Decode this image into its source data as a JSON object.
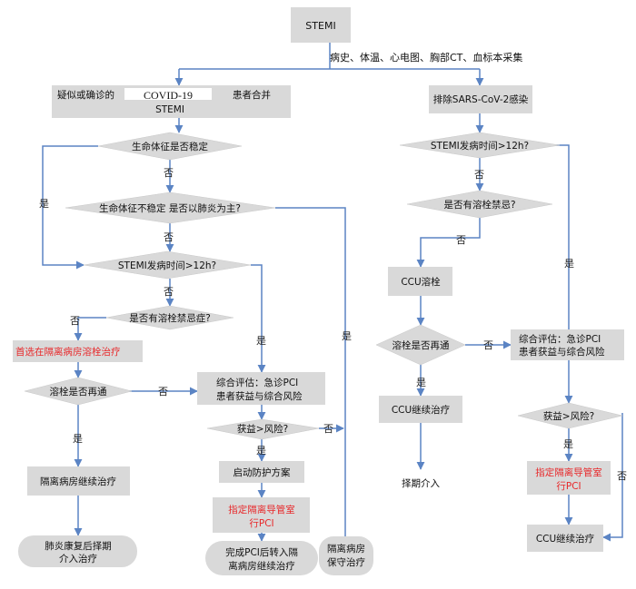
{
  "nodes": {
    "stemi": "STEMI",
    "collect": "病史、体温、心电图、胸部CT、血标本采集",
    "covid_box_l1a": "疑似或确诊的",
    "covid_box_l1b": "COVID-19",
    "covid_box_l1c": "患者合并",
    "covid_box_l2": "STEMI",
    "exclude_box": "排除SARS-CoV-2感染",
    "vitals_stable": "生命体征是否稳定",
    "vitals_unstable": "生命体征不稳定 是否以肺炎为主?",
    "onset_left": "STEMI发病时间>12h?",
    "contra_left": "是否有溶栓禁忌症?",
    "prefer_iso_lysis": "首选在隔离病房溶栓治疗",
    "reflow_left": "溶栓是否再通",
    "iso_continue": "隔离病房继续治疗",
    "rehab_l1": "肺炎康复后择期",
    "rehab_l2": "介入治疗",
    "assess_mid_l1": "综合评估：急诊PCI",
    "assess_mid_l2": "患者获益与综合风险",
    "benefit_mid": "获益>风险?",
    "protect": "启动防护方案",
    "iso_cath_mid_l1": "指定隔离导管室",
    "iso_cath_mid_l2": "行PCI",
    "after_pci_l1": "完成PCI后转入隔",
    "after_pci_l2": "离病房继续治疗",
    "iso_conserv_l1": "隔离病房",
    "iso_conserv_l2": "保守治疗",
    "onset_right": "STEMI发病时间>12h?",
    "contra_right": "是否有溶栓禁忌?",
    "ccu_lysis": "CCU溶栓",
    "reflow_right": "溶栓是否再通",
    "ccu_continue_left": "CCU继续治疗",
    "elective": "择期介入",
    "assess_right_l1": "综合评估：急诊PCI",
    "assess_right_l2": "患者获益与综合风险",
    "benefit_right": "获益>风险?",
    "iso_cath_right_l1": "指定隔离导管室",
    "iso_cath_right_l2": "行PCI",
    "ccu_continue_right": "CCU继续治疗"
  },
  "labels": {
    "yes": "是",
    "no": "否"
  },
  "colors": {
    "box_fill": "#d9d9d9",
    "connector": "#5b84c4",
    "highlight_text": "#e8282a"
  }
}
